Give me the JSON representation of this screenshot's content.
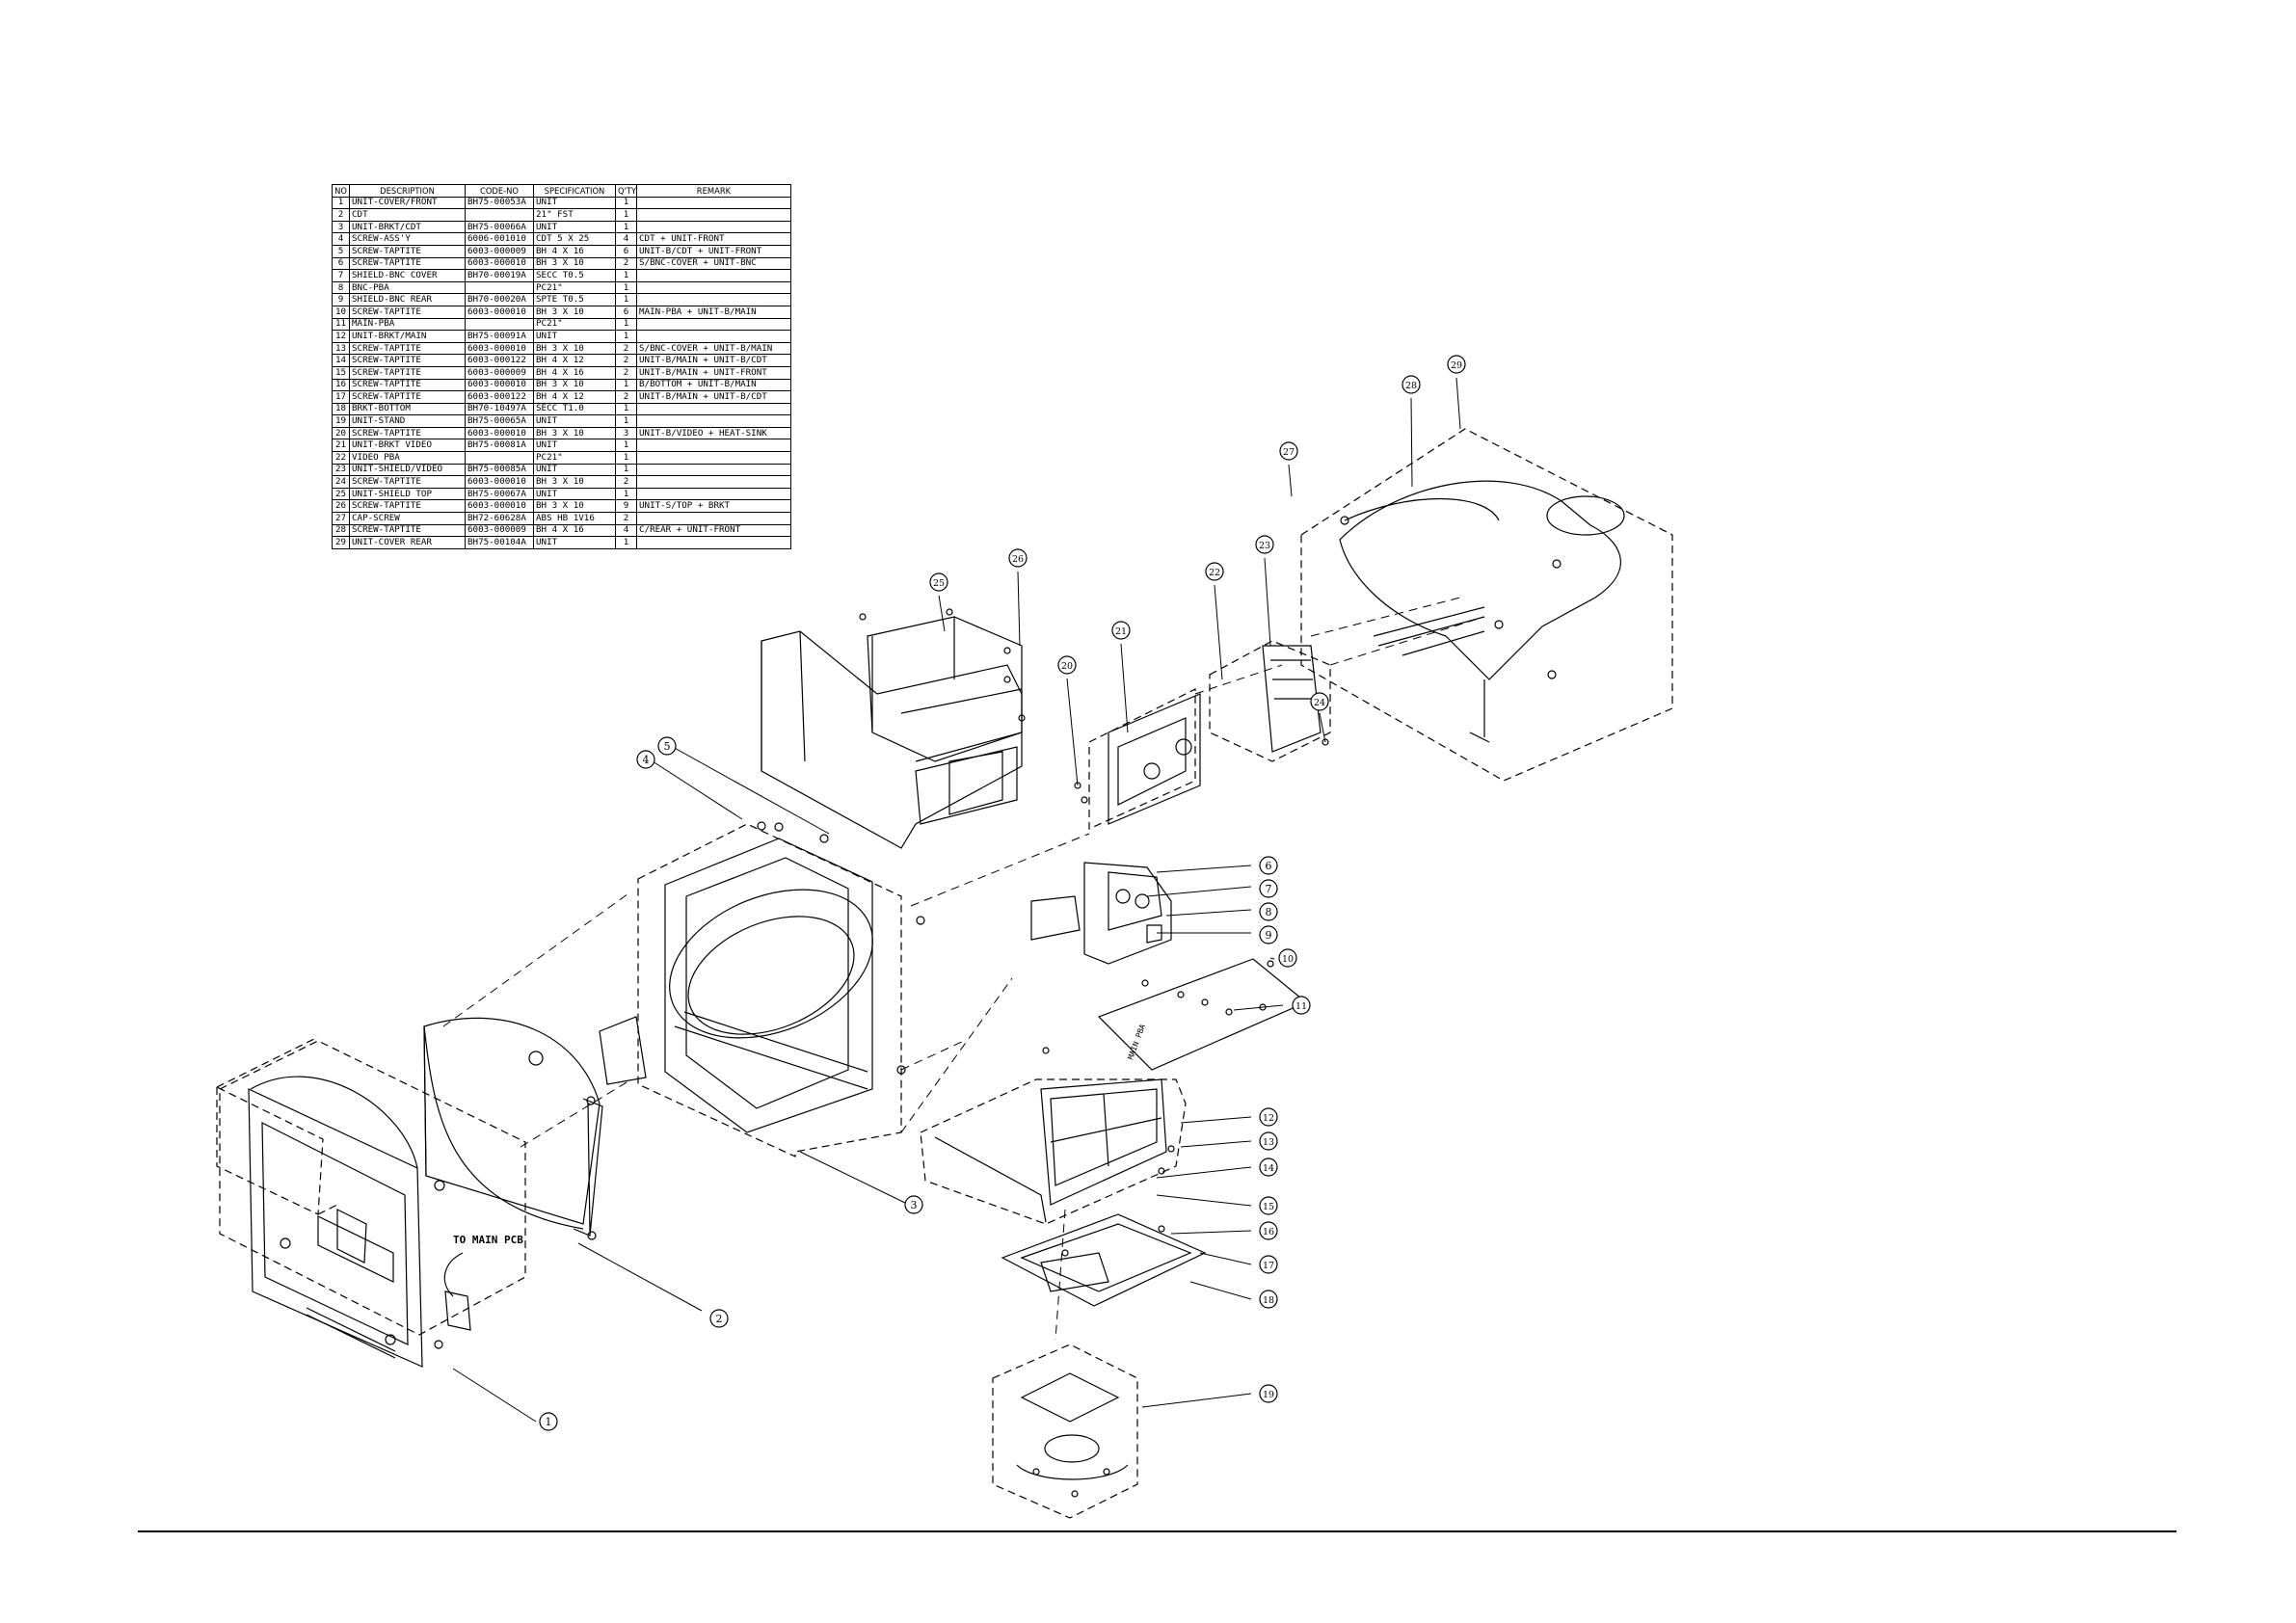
{
  "parts_table": {
    "headers": {
      "no": "NO",
      "description": "DESCRIPTION",
      "code": "CODE-NO",
      "spec": "SPECIFICATION",
      "qty": "Q'TY",
      "remark": "REMARK"
    },
    "rows": [
      {
        "no": "1",
        "description": "UNIT-COVER/FRONT",
        "code": "BH75-00053A",
        "spec": "UNIT",
        "qty": "1",
        "remark": ""
      },
      {
        "no": "2",
        "description": "CDT",
        "code": "",
        "spec": "21\" FST",
        "qty": "1",
        "remark": ""
      },
      {
        "no": "3",
        "description": "UNIT-BRKT/CDT",
        "code": "BH75-00066A",
        "spec": "UNIT",
        "qty": "1",
        "remark": ""
      },
      {
        "no": "4",
        "description": "SCREW-ASS'Y",
        "code": "6006-001010",
        "spec": "CDT 5 X 25",
        "qty": "4",
        "remark": "CDT + UNIT-FRONT"
      },
      {
        "no": "5",
        "description": "SCREW-TAPTITE",
        "code": "6003-000009",
        "spec": "BH 4 X 16",
        "qty": "6",
        "remark": "UNIT-B/CDT + UNIT-FRONT"
      },
      {
        "no": "6",
        "description": "SCREW-TAPTITE",
        "code": "6003-000010",
        "spec": "BH 3 X 10",
        "qty": "2",
        "remark": "S/BNC-COVER + UNIT-BNC"
      },
      {
        "no": "7",
        "description": "SHIELD-BNC COVER",
        "code": "BH70-00019A",
        "spec": "SECC T0.5",
        "qty": "1",
        "remark": ""
      },
      {
        "no": "8",
        "description": "BNC-PBA",
        "code": "",
        "spec": "PC21\"",
        "qty": "1",
        "remark": ""
      },
      {
        "no": "9",
        "description": "SHIELD-BNC REAR",
        "code": "BH70-00020A",
        "spec": "SPTE T0.5",
        "qty": "1",
        "remark": ""
      },
      {
        "no": "10",
        "description": "SCREW-TAPTITE",
        "code": "6003-000010",
        "spec": "BH 3 X 10",
        "qty": "6",
        "remark": "MAIN-PBA + UNIT-B/MAIN"
      },
      {
        "no": "11",
        "description": "MAIN-PBA",
        "code": "",
        "spec": "PC21\"",
        "qty": "1",
        "remark": ""
      },
      {
        "no": "12",
        "description": "UNIT-BRKT/MAIN",
        "code": "BH75-00091A",
        "spec": "UNIT",
        "qty": "1",
        "remark": ""
      },
      {
        "no": "13",
        "description": "SCREW-TAPTITE",
        "code": "6003-000010",
        "spec": "BH 3 X 10",
        "qty": "2",
        "remark": "S/BNC-COVER + UNIT-B/MAIN"
      },
      {
        "no": "14",
        "description": "SCREW-TAPTITE",
        "code": "6003-000122",
        "spec": "BH 4 X 12",
        "qty": "2",
        "remark": "UNIT-B/MAIN + UNIT-B/CDT"
      },
      {
        "no": "15",
        "description": "SCREW-TAPTITE",
        "code": "6003-000009",
        "spec": "BH 4 X 16",
        "qty": "2",
        "remark": "UNIT-B/MAIN + UNIT-FRONT"
      },
      {
        "no": "16",
        "description": "SCREW-TAPTITE",
        "code": "6003-000010",
        "spec": "BH 3 X 10",
        "qty": "1",
        "remark": "B/BOTTOM + UNIT-B/MAIN"
      },
      {
        "no": "17",
        "description": "SCREW-TAPTITE",
        "code": "6003-000122",
        "spec": "BH 4 X 12",
        "qty": "2",
        "remark": "UNIT-B/MAIN + UNIT-B/CDT"
      },
      {
        "no": "18",
        "description": "BRKT-BOTTOM",
        "code": "BH70-10497A",
        "spec": "SECC T1.0",
        "qty": "1",
        "remark": ""
      },
      {
        "no": "19",
        "description": "UNIT-STAND",
        "code": "BH75-00065A",
        "spec": "UNIT",
        "qty": "1",
        "remark": ""
      },
      {
        "no": "20",
        "description": "SCREW-TAPTITE",
        "code": "6003-000010",
        "spec": "BH 3 X 10",
        "qty": "3",
        "remark": "UNIT-B/VIDEO + HEAT-SINK"
      },
      {
        "no": "21",
        "description": "UNIT-BRKT VIDEO",
        "code": "BH75-00081A",
        "spec": "UNIT",
        "qty": "1",
        "remark": ""
      },
      {
        "no": "22",
        "description": "VIDEO PBA",
        "code": "",
        "spec": "PC21\"",
        "qty": "1",
        "remark": ""
      },
      {
        "no": "23",
        "description": "UNIT-SHIELD/VIDEO",
        "code": "BH75-00085A",
        "spec": "UNIT",
        "qty": "1",
        "remark": ""
      },
      {
        "no": "24",
        "description": "SCREW-TAPTITE",
        "code": "6003-000010",
        "spec": "BH 3 X 10",
        "qty": "2",
        "remark": ""
      },
      {
        "no": "25",
        "description": "UNIT-SHIELD TOP",
        "code": "BH75-00067A",
        "spec": "UNIT",
        "qty": "1",
        "remark": ""
      },
      {
        "no": "26",
        "description": "SCREW-TAPTITE",
        "code": "6003-000010",
        "spec": "BH 3 X 10",
        "qty": "9",
        "remark": "UNIT-S/TOP + BRKT"
      },
      {
        "no": "27",
        "description": "CAP-SCREW",
        "code": "BH72-60628A",
        "spec": "ABS HB 1V16",
        "qty": "2",
        "remark": ""
      },
      {
        "no": "28",
        "description": "SCREW-TAPTITE",
        "code": "6003-000009",
        "spec": "BH 4 X 16",
        "qty": "4",
        "remark": "C/REAR + UNIT-FRONT"
      },
      {
        "no": "29",
        "description": "UNIT-COVER REAR",
        "code": "BH75-00104A",
        "spec": "UNIT",
        "qty": "1",
        "remark": ""
      }
    ]
  },
  "drawing": {
    "callout_numbers": [
      "1",
      "2",
      "3",
      "4",
      "5",
      "6",
      "7",
      "8",
      "9",
      "10",
      "11",
      "12",
      "13",
      "14",
      "15",
      "16",
      "17",
      "18",
      "19",
      "20",
      "21",
      "22",
      "23",
      "24",
      "25",
      "26",
      "27",
      "28",
      "29"
    ],
    "annotations": {
      "to_main_pcb": "TO MAIN PCB",
      "main_pba_silkscreen": "MAIN PBA"
    }
  }
}
